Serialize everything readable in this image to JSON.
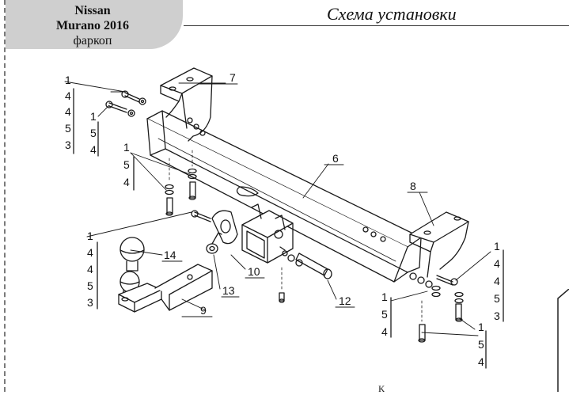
{
  "header": {
    "brand": "Nissan",
    "model": "Murano 2016",
    "product": "фаркоп"
  },
  "title": "Схема установки",
  "footer": "К",
  "callouts": {
    "c7": "7",
    "c6": "6",
    "c8": "8",
    "c14": "14",
    "c9": "9",
    "c10": "10",
    "c13": "13",
    "c12": "12"
  },
  "stacks": {
    "s1": [
      "1",
      "4",
      "4",
      "5",
      "3"
    ],
    "s2": [
      "1",
      "5",
      "4"
    ],
    "s3": [
      "1",
      "5",
      "4"
    ],
    "s4": [
      "1",
      "4",
      "4",
      "5",
      "3"
    ],
    "s5": [
      "1",
      "4",
      "4",
      "5",
      "3"
    ],
    "s6": [
      "1",
      "5",
      "4"
    ],
    "s7": [
      "1",
      "5",
      "4"
    ]
  }
}
